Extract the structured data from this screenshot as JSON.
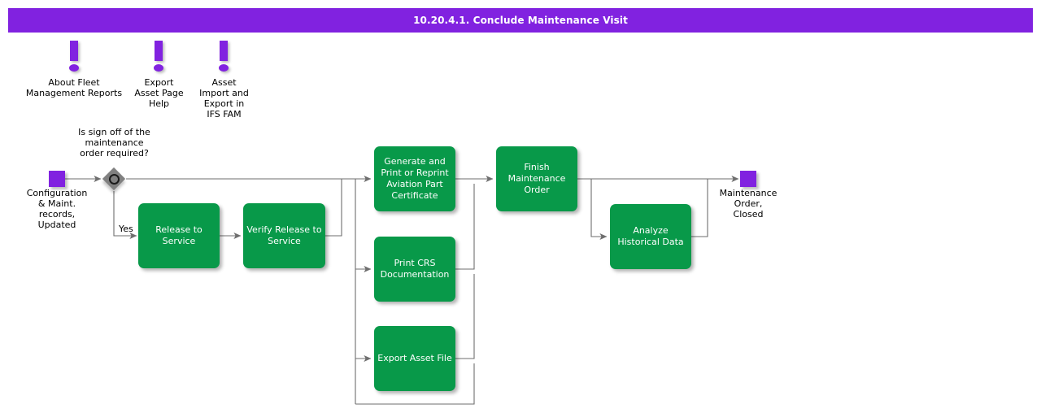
{
  "header": {
    "title": "10.20.4.1. Conclude Maintenance Visit",
    "bar_color": "#8122e0"
  },
  "theme": {
    "process_green": "#089949",
    "terminator_purple": "#8122e0",
    "decision_gray": "#808080",
    "edge_gray": "#6e6e6e",
    "text_white": "#ffffff",
    "text_black": "#000000"
  },
  "help_links": [
    {
      "icon": "exclamation-icon",
      "label": "About Fleet\nManagement Reports"
    },
    {
      "icon": "exclamation-icon",
      "label": "Export\nAsset Page\nHelp"
    },
    {
      "icon": "exclamation-icon",
      "label": "Asset\nImport and\nExport in\nIFS FAM"
    }
  ],
  "terminators": [
    {
      "id": "start",
      "label": "Configuration\n& Maint.\nrecords,\nUpdated"
    },
    {
      "id": "end",
      "label": "Maintenance\nOrder,\nClosed"
    }
  ],
  "decision": {
    "question": "Is sign off of the\nmaintenance\norder required?",
    "yes_label": "Yes"
  },
  "processes": [
    {
      "id": "release-to-service",
      "label": "Release to\nService"
    },
    {
      "id": "verify-release",
      "label": "Verify Release to\nService"
    },
    {
      "id": "aviation-certificate",
      "label": "Generate and\nPrint or Reprint\nAviation Part\nCertificate"
    },
    {
      "id": "print-crs",
      "label": "Print CRS\nDocumentation"
    },
    {
      "id": "export-asset-file",
      "label": "Export Asset File"
    },
    {
      "id": "finish-mo",
      "label": "Finish\nMaintenance\nOrder"
    },
    {
      "id": "analyze-historical",
      "label": "Analyze\nHistorical Data"
    }
  ]
}
